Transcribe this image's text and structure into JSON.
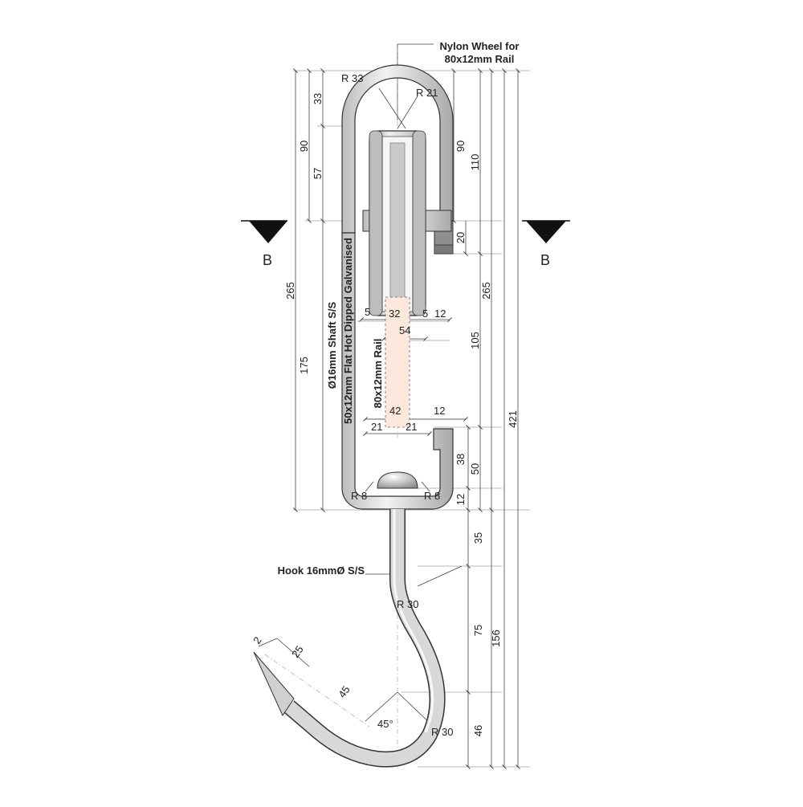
{
  "labels": {
    "nylon_wheel": [
      "Nylon Wheel for",
      "80x12mm Rail"
    ],
    "shaft": "Ø16mm Shaft S/S",
    "flat": "50x12mm Flat Hot Dipped Galvanised",
    "rail": "80x12mm Rail",
    "hook": "Hook 16mmØ S/S",
    "section_left": "B",
    "section_right": "B"
  },
  "dims": {
    "r33": "R 33",
    "r21": "R 21",
    "d33": "33",
    "d57": "57",
    "d90_left": "90",
    "d90_right": "90",
    "d110": "110",
    "d20": "20",
    "d265_left": "265",
    "d265_right": "265",
    "d175": "175",
    "d105": "105",
    "d421": "421",
    "d5a": "5",
    "d32": "32",
    "d5b": "5",
    "d12a": "12",
    "d54": "54",
    "d42": "42",
    "d12b": "12",
    "d21a": "21",
    "d21b": "21",
    "d38": "38",
    "d50": "50",
    "d12c": "12",
    "r8a": "R 8",
    "r8b": "R 8",
    "d35": "35",
    "r30a": "R 30",
    "d75": "75",
    "d156": "156",
    "d2": "2",
    "d25": "25",
    "d45": "45",
    "ang45": "45°",
    "r30b": "R 30",
    "d46": "46"
  },
  "colors": {
    "metal": "#dcdcdc",
    "metal_dark": "#9a9a9a",
    "outline": "#333333",
    "rail": "#fbe7dc",
    "line": "#444444"
  }
}
